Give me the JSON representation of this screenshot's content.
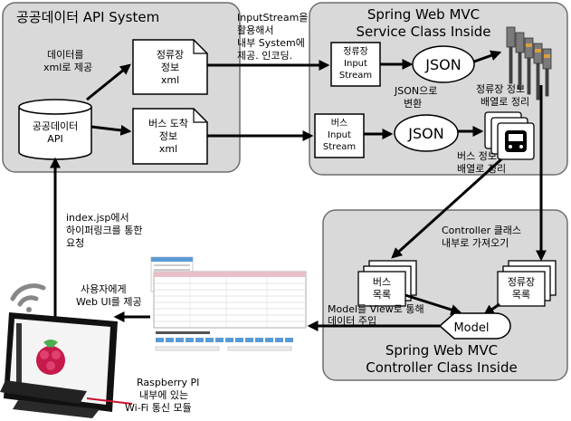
{
  "api_box": {
    "title": "공공데이터 API System",
    "left_note": [
      "데이터를",
      "xml로 제공"
    ],
    "database": [
      "공공데이터",
      "API"
    ],
    "doc_stop": [
      "정류장",
      "정보",
      "xml"
    ],
    "doc_bus": [
      "버스 도착",
      "정보",
      "xml"
    ]
  },
  "service_box": {
    "title": [
      "Spring Web MVC",
      "Service Class Inside"
    ],
    "stream_stop": [
      "정류장",
      "Input",
      "Stream"
    ],
    "stream_bus": [
      "버스",
      "Input",
      "Stream"
    ],
    "json_label": "JSON",
    "json_convert_note": [
      "JSON으로",
      "변환"
    ],
    "stop_array_note": [
      "정류장 정보",
      "배열로 정리"
    ],
    "bus_array_note": [
      "버스 정보",
      "배열로 정리"
    ]
  },
  "controller_box": {
    "title": [
      "Spring Web MVC",
      "Controller Class Inside"
    ],
    "bring_note": [
      "Controller 클래스",
      "내부로 가져오기"
    ],
    "bus_list": [
      "버스",
      "목록"
    ],
    "stop_list": [
      "정류장",
      "목록"
    ],
    "model_label": "Model"
  },
  "notes": {
    "inputstream": [
      "InputStream을",
      "활용해서",
      "내부 System에",
      "제공. 인코딩."
    ],
    "model_to_view": [
      "Model를 View로 통해",
      "데이터 주입"
    ],
    "web_ui": [
      "사용자에게",
      "Web UI를 제공"
    ],
    "index_request": [
      "index.jsp에서",
      "하이퍼링크를 통한",
      "요청"
    ],
    "raspberry": [
      "Raspberry PI",
      "내부에 있는",
      "Wi-Fi 통신 모듈"
    ]
  },
  "colors": {
    "panel": "#d9d9d9",
    "panel_border": "#6e6e6e",
    "arrow": "#000000",
    "webpage_header": "#5b9bd5"
  }
}
